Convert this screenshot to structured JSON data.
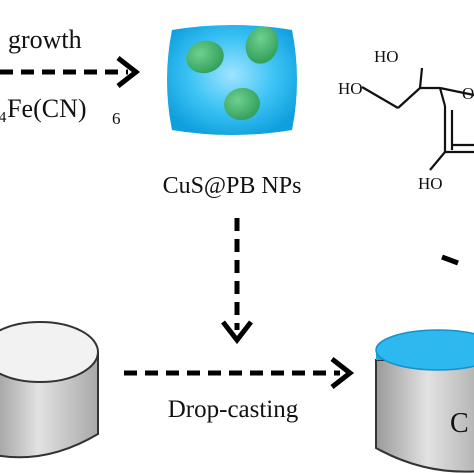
{
  "labels": {
    "growth": "growth",
    "reagent_prefix": "₄Fe(CN)",
    "reagent_subscript": "6",
    "nanoparticles": "CuS@PB NPs",
    "drop_casting": "Drop-casting",
    "molecule_ho_1": "HO",
    "molecule_ho_2": "HO",
    "molecule_ho_3": "HO",
    "molecule_partial_o": "O",
    "electrode_partial": "C"
  },
  "colors": {
    "nanoparticle_shell": "#1EB7F0",
    "nanoparticle_core": "#3FB36B",
    "electrode_side": "#C8C8C8",
    "coating_layer": "#25B2EC",
    "arrow": "#000000"
  }
}
